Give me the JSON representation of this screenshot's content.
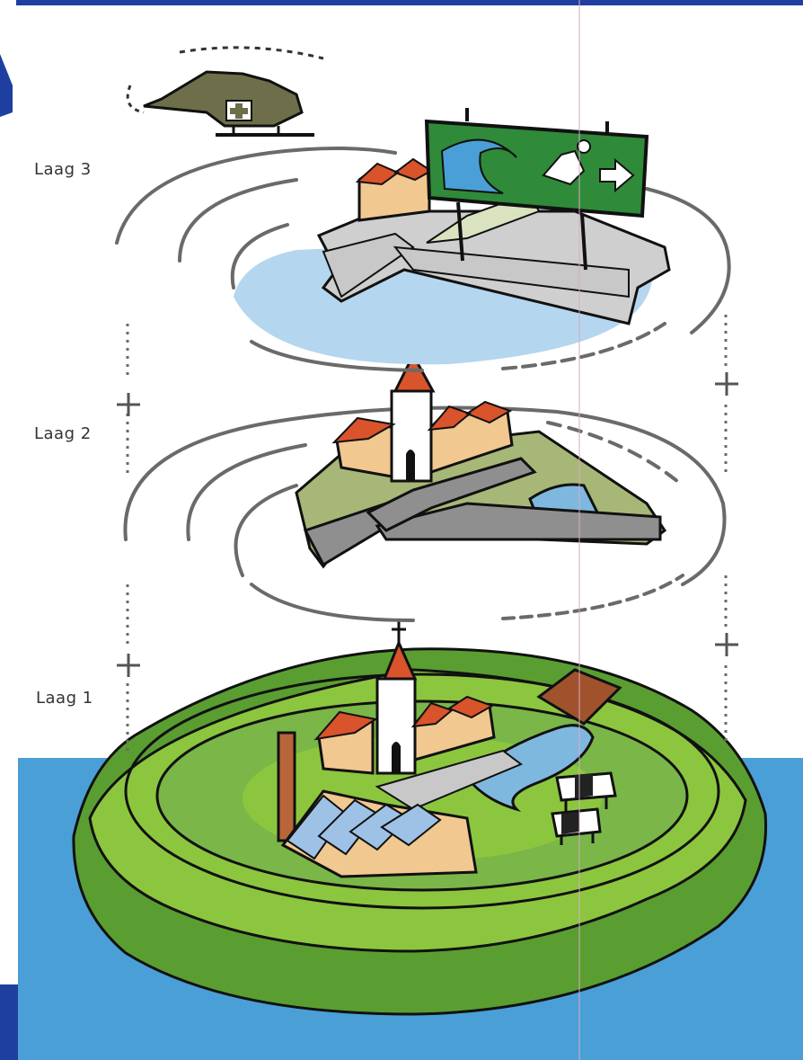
{
  "labels": {
    "layer3": "Laag 3",
    "layer2": "Laag 2",
    "layer1": "Laag 1"
  },
  "colors": {
    "water": "#4a9fd6",
    "pond": "#7fb8de",
    "grass_dark": "#5a9e32",
    "grass_light": "#8cc63f",
    "grass_mid": "#7ab648",
    "road": "#8f8f8f",
    "road_light": "#c8c8c8",
    "roof": "#d9532b",
    "wall": "#f0c890",
    "sign_green": "#2f8a3a",
    "helicopter": "#6e6e4a",
    "frame_blue": "#1e3fa0",
    "outline": "#111111",
    "ring": "#6a6a6a"
  },
  "icons": [
    "helicopter-icon",
    "evacuation-sign-icon",
    "church-icon",
    "cow-icon",
    "factory-icon"
  ]
}
